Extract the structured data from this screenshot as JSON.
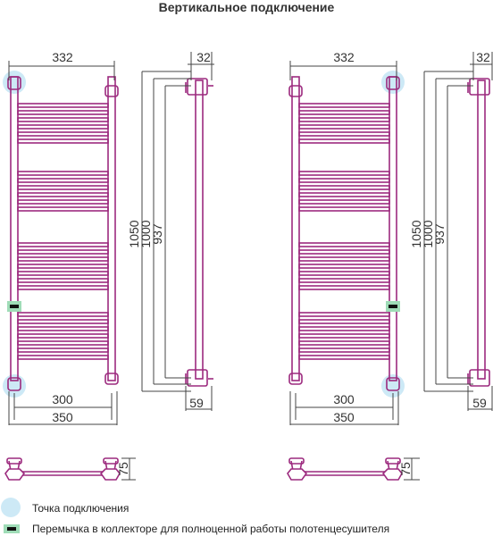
{
  "title": "Вертикальное подключение",
  "colors": {
    "frame": "#9c2a7e",
    "connection_point": "#cde9f6",
    "jumper": "#9fdcb7",
    "dimension": "#444444"
  },
  "left": {
    "width_top": "332",
    "side_offset": "32",
    "height_total": "1050",
    "height_mid": "1000",
    "height_inner": "937",
    "width_inner": "300",
    "width_outer": "350",
    "side_bottom": "59",
    "depth": "75"
  },
  "right": {
    "width_top": "332",
    "side_offset": "32",
    "height_total": "1050",
    "height_mid": "1000",
    "height_inner": "937",
    "width_inner": "300",
    "width_outer": "350",
    "side_bottom": "59",
    "depth": "75"
  },
  "legend": {
    "connection_point": "Точка подключения",
    "jumper": "Перемычка в коллекторе для полноценной работы полотенцесушителя"
  }
}
